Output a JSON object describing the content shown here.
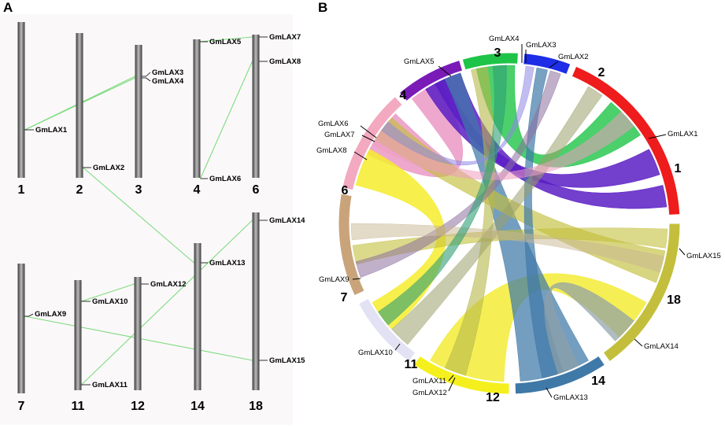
{
  "panel_a": {
    "letter": "A",
    "chromosomes": [
      {
        "id": "1"
      },
      {
        "id": "2"
      },
      {
        "id": "3"
      },
      {
        "id": "4"
      },
      {
        "id": "6"
      },
      {
        "id": "7"
      },
      {
        "id": "11"
      },
      {
        "id": "12"
      },
      {
        "id": "14"
      },
      {
        "id": "18"
      }
    ],
    "genes": [
      {
        "label": "GmLAX1",
        "chr": "1"
      },
      {
        "label": "GmLAX2",
        "chr": "2"
      },
      {
        "label": "GmLAX3",
        "chr": "3"
      },
      {
        "label": "GmLAX4",
        "chr": "3"
      },
      {
        "label": "GmLAX5",
        "chr": "4"
      },
      {
        "label": "GmLAX6",
        "chr": "4"
      },
      {
        "label": "GmLAX7",
        "chr": "6"
      },
      {
        "label": "GmLAX8",
        "chr": "6"
      },
      {
        "label": "GmLAX9",
        "chr": "7"
      },
      {
        "label": "GmLAX10",
        "chr": "11"
      },
      {
        "label": "GmLAX11",
        "chr": "11"
      },
      {
        "label": "GmLAX12",
        "chr": "12"
      },
      {
        "label": "GmLAX13",
        "chr": "14"
      },
      {
        "label": "GmLAX14",
        "chr": "18"
      },
      {
        "label": "GmLAX15",
        "chr": "18"
      }
    ],
    "links": [
      [
        "GmLAX1",
        "GmLAX3"
      ],
      [
        "GmLAX1",
        "GmLAX4"
      ],
      [
        "GmLAX5",
        "GmLAX7"
      ],
      [
        "GmLAX6",
        "GmLAX8"
      ],
      [
        "GmLAX2",
        "GmLAX13"
      ],
      [
        "GmLAX10",
        "GmLAX12"
      ],
      [
        "GmLAX11",
        "GmLAX14"
      ],
      [
        "GmLAX9",
        "GmLAX15"
      ]
    ],
    "link_color": "#7ddc7d"
  },
  "panel_b": {
    "letter": "B",
    "segments": [
      {
        "label": "1",
        "color": "#ee1c1c"
      },
      {
        "label": "18",
        "color": "#c3bf3c"
      },
      {
        "label": "14",
        "color": "#3f79a8"
      },
      {
        "label": "12",
        "color": "#f5f01d"
      },
      {
        "label": "11",
        "color": "#e2e2f4"
      },
      {
        "label": "7",
        "color": "#c9a47a"
      },
      {
        "label": "6",
        "color": "#f3a9c0"
      },
      {
        "label": "4",
        "color": "#7a1bb8"
      },
      {
        "label": "3",
        "color": "#1ec447"
      },
      {
        "label": "2",
        "color": "#1d2ee6"
      }
    ],
    "gene_labels": [
      {
        "label": "GmLAX4"
      },
      {
        "label": "GmLAX3"
      },
      {
        "label": "GmLAX5"
      },
      {
        "label": "GmLAX2"
      },
      {
        "label": "GmLAX6"
      },
      {
        "label": "GmLAX7"
      },
      {
        "label": "GmLAX8"
      },
      {
        "label": "GmLAX1"
      },
      {
        "label": "GmLAX15"
      },
      {
        "label": "GmLAX9"
      },
      {
        "label": "GmLAX14"
      },
      {
        "label": "GmLAX10"
      },
      {
        "label": "GmLAX11"
      },
      {
        "label": "GmLAX12"
      },
      {
        "label": "GmLAX13"
      }
    ]
  }
}
